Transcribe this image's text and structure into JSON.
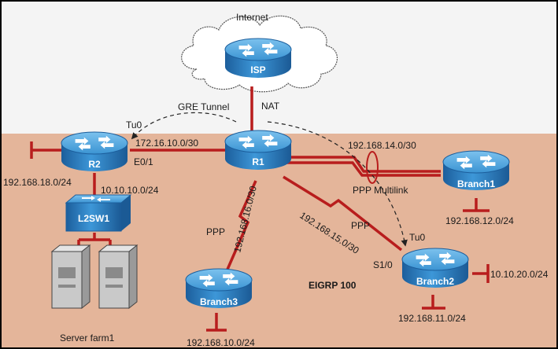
{
  "cloud": {
    "label": "Internet"
  },
  "devices": {
    "isp": "ISP",
    "r1": "R1",
    "r2": "R2",
    "branch1": "Branch1",
    "branch2": "Branch2",
    "branch3": "Branch3",
    "l2sw1": "L2SW1",
    "server_farm": "Server farm1"
  },
  "links": {
    "gre_tunnel": "GRE Tunnel",
    "nat": "NAT",
    "tu0_r2": "Tu0",
    "tu0_branch2": "Tu0",
    "r1_r2_net": "172.16.10.0/30",
    "r2_e0_1": "E0/1",
    "r1_branch1_net": "192.168.14.0/30",
    "ppp_multilink": "PPP Multilink",
    "r1_branch3_net": "192.168.16.0/30",
    "ppp_branch3": "PPP",
    "r1_branch2_net": "192.168.15.0/30",
    "ppp_branch2": "PPP",
    "branch2_s1_0": "S1/0"
  },
  "networks": {
    "r2_lan": "192.168.18.0/24",
    "r2_sw": "10.10.10.0/24",
    "branch1_lan": "192.168.12.0/24",
    "branch2_lan1": "10.10.20.0/24",
    "branch2_lan2": "192.168.11.0/24",
    "branch3_lan": "192.168.10.0/24"
  },
  "protocol": {
    "label": "EIGRP 100"
  },
  "colors": {
    "background_top": "#f4f4f4",
    "background_bottom": "#e4b59a",
    "link": "#b81d1d",
    "router_blue": "#2e86c8"
  }
}
